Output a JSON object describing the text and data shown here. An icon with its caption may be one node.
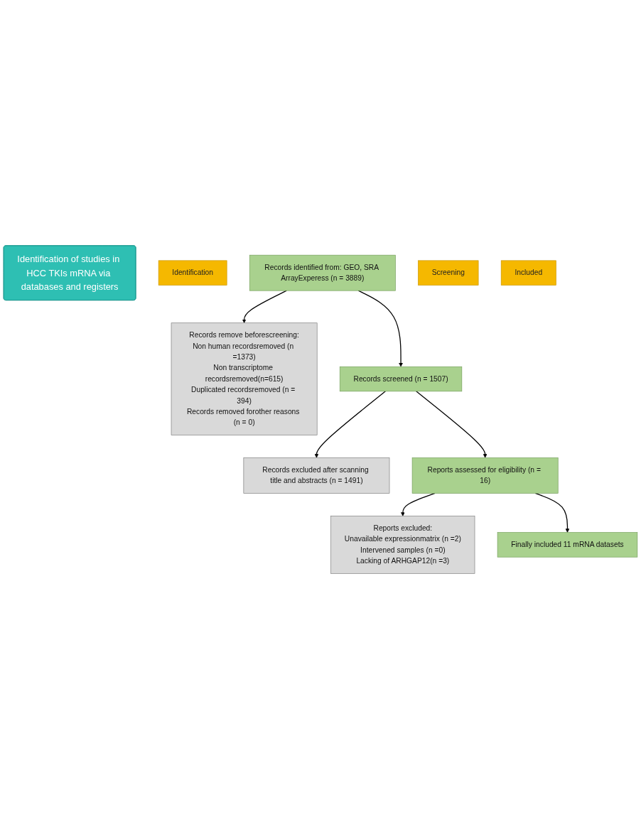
{
  "diagram": {
    "nodes": [
      {
        "text": [
          "Identification of studies in HCC TKIs mRNA via databases and registers"
        ]
      },
      {
        "text": [
          "Identification"
        ]
      },
      {
        "text": [
          "Records identified from: GEO, SRA ArrayExperess (n = 3889)"
        ]
      },
      {
        "text": [
          "Records remove beforescreening:",
          "Non human recordsremoved (n =1373)",
          "Non transcriptome recordsremoved(n=615)",
          "Duplicated recordsremoved (n = 394)",
          "Records removed forother reasons (n = 0)"
        ]
      },
      {
        "text": [
          "Screening"
        ]
      },
      {
        "text": [
          "Records screened (n = 1507)"
        ]
      },
      {
        "text": [
          "Records excluded after scanning title and abstracts (n = 1491)"
        ]
      },
      {
        "text": [
          "Reports assessed for eligibility (n = 16)"
        ]
      },
      {
        "text": [
          "Reports excluded:",
          "Unavailable expressionmatrix (n =2)",
          "Intervened samples (n =0)",
          "Lacking of ARHGAP12(n =3)"
        ]
      },
      {
        "text": [
          "Included"
        ]
      },
      {
        "text": [
          "Finally included 11 mRNA datasets"
        ]
      }
    ],
    "edges": [
      {
        "from": 2,
        "to": 3,
        "arrow": "to"
      },
      {
        "from": 2,
        "to": 5,
        "arrow": "to"
      },
      {
        "from": 5,
        "to": 6,
        "arrow": "to"
      },
      {
        "from": 5,
        "to": 7,
        "arrow": "to"
      },
      {
        "from": 7,
        "to": 8,
        "arrow": "to"
      },
      {
        "from": 7,
        "to": 10,
        "arrow": "to"
      }
    ]
  }
}
